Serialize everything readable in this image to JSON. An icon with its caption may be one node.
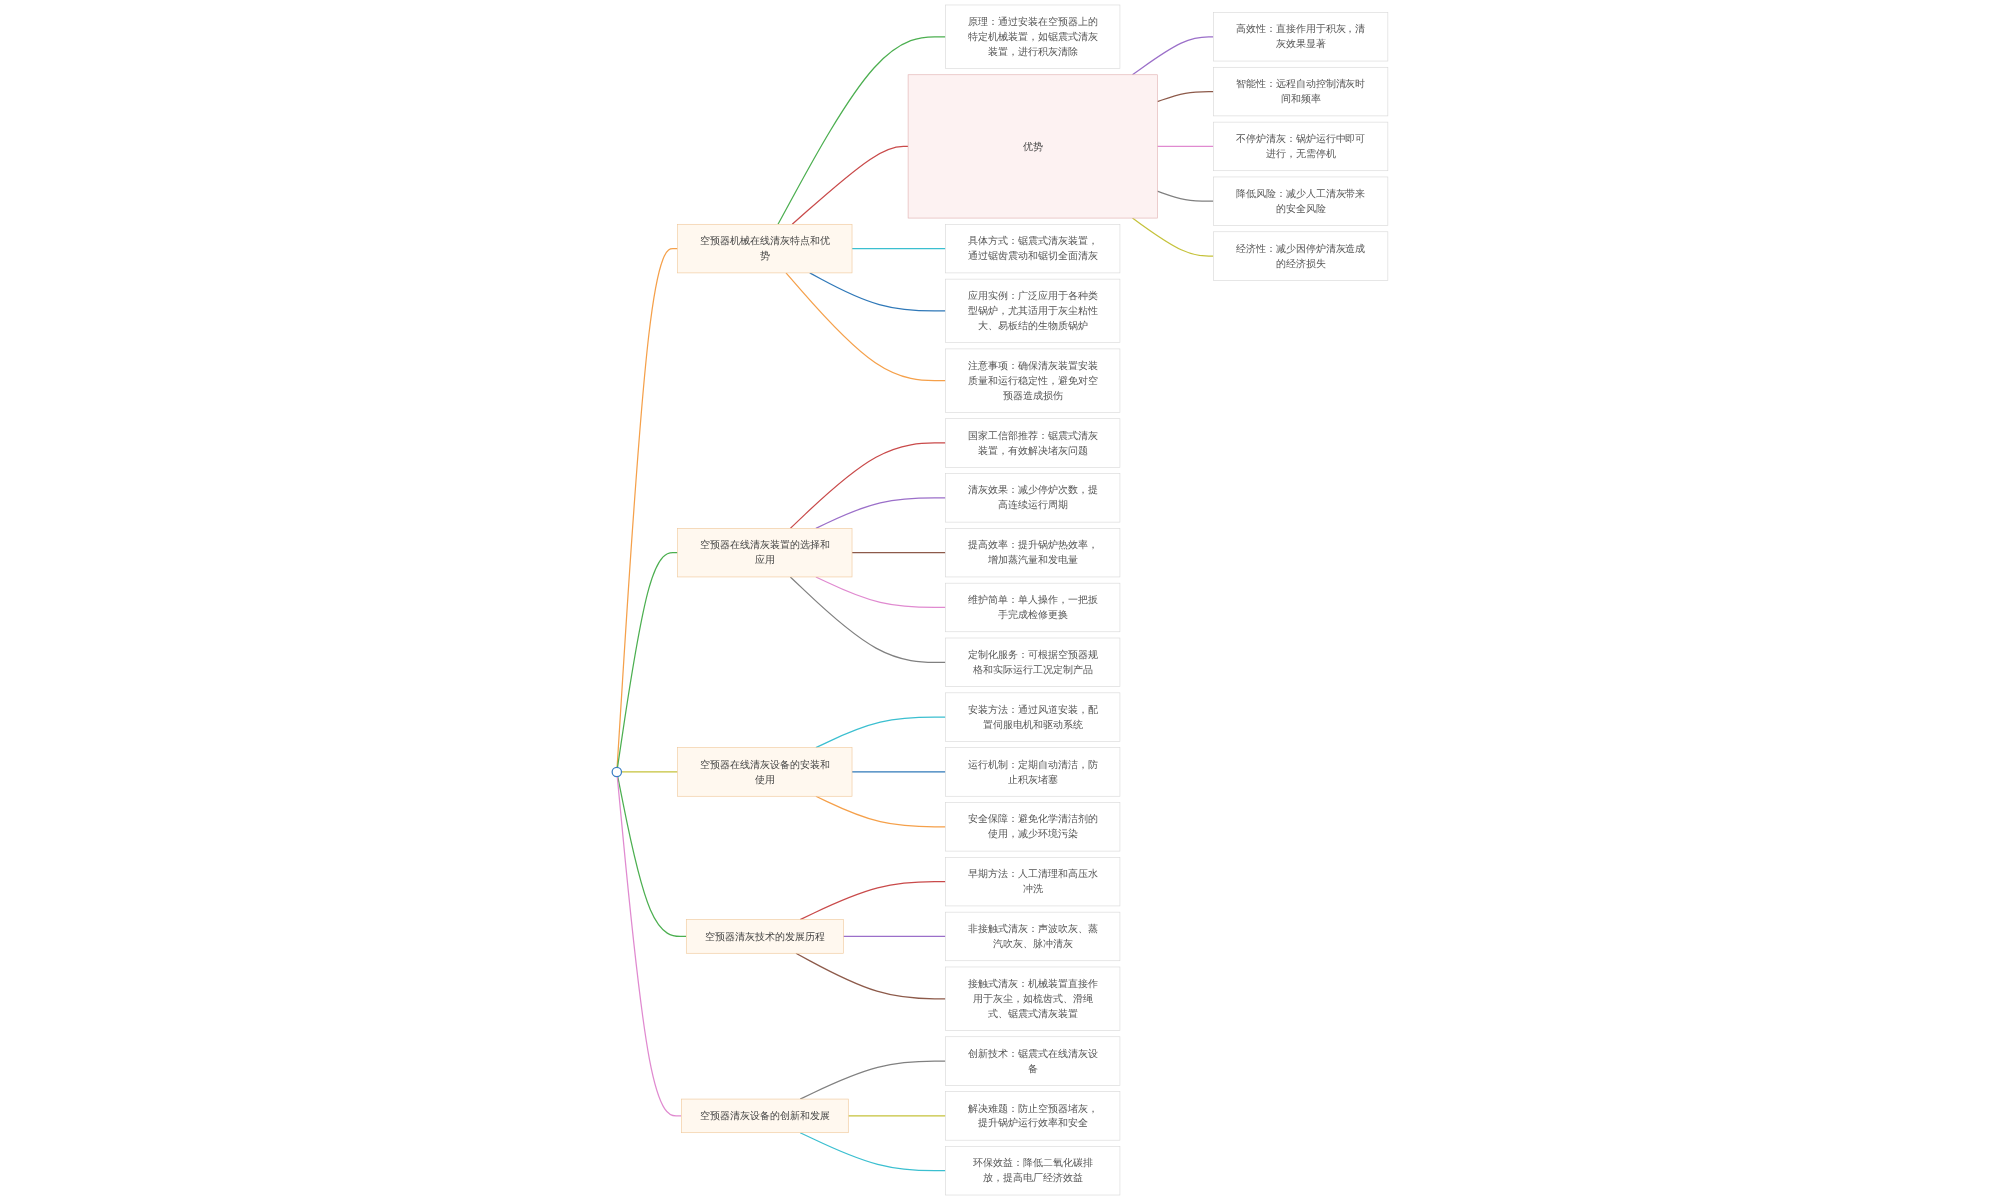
{
  "diagram": {
    "nodes": [
      {
        "text": [],
        "shape": "circle"
      },
      {
        "text": [
          "空预器机械在线清灰特点和优势"
        ]
      },
      {
        "text": [
          "原理：通过安装在空预器上的特定机械装置，如锯震式清灰装置，进行积灰清除"
        ]
      },
      {
        "text": [
          "优势"
        ]
      },
      {
        "text": [
          "高效性：直接作用于积灰，清灰效果显著"
        ]
      },
      {
        "text": [
          "智能性：远程自动控制清灰时间和频率"
        ]
      },
      {
        "text": [
          "不停炉清灰：锅炉运行中即可进行，无需停机"
        ]
      },
      {
        "text": [
          "降低风险：减少人工清灰带来的安全风险"
        ]
      },
      {
        "text": [
          "经济性：减少因停炉清灰造成的经济损失"
        ]
      },
      {
        "text": [
          "具体方式：锯震式清灰装置，通过锯齿震动和锯切全面清灰"
        ]
      },
      {
        "text": [
          "应用实例：广泛应用于各种类型锅炉，尤其适用于灰尘粘性大、易板结的生物质锅炉"
        ]
      },
      {
        "text": [
          "注意事项：确保清灰装置安装质量和运行稳定性，避免对空预器造成损伤"
        ]
      },
      {
        "text": [
          "空预器在线清灰装置的选择和应用"
        ]
      },
      {
        "text": [
          "国家工信部推荐：锯震式清灰装置，有效解决堵灰问题"
        ]
      },
      {
        "text": [
          "清灰效果：减少停炉次数，提高连续运行周期"
        ]
      },
      {
        "text": [
          "提高效率：提升锅炉热效率，增加蒸汽量和发电量"
        ]
      },
      {
        "text": [
          "维护简单：单人操作，一把扳手完成检修更换"
        ]
      },
      {
        "text": [
          "定制化服务：可根据空预器规格和实际运行工况定制产品"
        ]
      },
      {
        "text": [
          "空预器在线清灰设备的安装和使用"
        ]
      },
      {
        "text": [
          "安装方法：通过风道安装，配置伺服电机和驱动系统"
        ]
      },
      {
        "text": [
          "运行机制：定期自动清洁，防止积灰堵塞"
        ]
      },
      {
        "text": [
          "安全保障：避免化学清洁剂的使用，减少环境污染"
        ]
      },
      {
        "text": [
          "空预器清灰技术的发展历程"
        ]
      },
      {
        "text": [
          "早期方法：人工清理和高压水冲洗"
        ]
      },
      {
        "text": [
          "非接触式清灰：声波吹灰、蒸汽吹灰、脉冲清灰"
        ]
      },
      {
        "text": [
          "接触式清灰：机械装置直接作用于灰尘，如梳齿式、滑绳式、锯震式清灰装置"
        ]
      },
      {
        "text": [
          "空预器清灰设备的创新和发展"
        ]
      },
      {
        "text": [
          "创新技术：锯震式在线清灰设备"
        ]
      },
      {
        "text": [
          "解决难题：防止空预器堵灰，提升锅炉运行效率和安全"
        ]
      },
      {
        "text": [
          "环保效益：降低二氧化碳排放，提高电厂经济效益"
        ]
      }
    ],
    "edges": [
      {
        "from": 0,
        "to": 1,
        "arrow": "none",
        "color": "#f5a04a"
      },
      {
        "from": 1,
        "to": 2,
        "arrow": "none",
        "color": "#4caf50"
      },
      {
        "from": 1,
        "to": 3,
        "arrow": "none",
        "color": "#c94a4a"
      },
      {
        "from": 3,
        "to": 4,
        "arrow": "none",
        "color": "#9b6fc9"
      },
      {
        "from": 3,
        "to": 5,
        "arrow": "none",
        "color": "#8d5a4a"
      },
      {
        "from": 3,
        "to": 6,
        "arrow": "none",
        "color": "#e08ad0"
      },
      {
        "from": 3,
        "to": 7,
        "arrow": "none",
        "color": "#808080"
      },
      {
        "from": 3,
        "to": 8,
        "arrow": "none",
        "color": "#c5c23a"
      },
      {
        "from": 1,
        "to": 9,
        "arrow": "none",
        "color": "#3bbfd0"
      },
      {
        "from": 1,
        "to": 10,
        "arrow": "none",
        "color": "#2f78b8"
      },
      {
        "from": 1,
        "to": 11,
        "arrow": "none",
        "color": "#f5a04a"
      },
      {
        "from": 0,
        "to": 12,
        "arrow": "none",
        "color": "#4caf50"
      },
      {
        "from": 12,
        "to": 13,
        "arrow": "none",
        "color": "#c94a4a"
      },
      {
        "from": 12,
        "to": 14,
        "arrow": "none",
        "color": "#9b6fc9"
      },
      {
        "from": 12,
        "to": 15,
        "arrow": "none",
        "color": "#8d5a4a"
      },
      {
        "from": 12,
        "to": 16,
        "arrow": "none",
        "color": "#e08ad0"
      },
      {
        "from": 12,
        "to": 17,
        "arrow": "none",
        "color": "#808080"
      },
      {
        "from": 0,
        "to": 18,
        "arrow": "none",
        "color": "#c5c23a"
      },
      {
        "from": 18,
        "to": 19,
        "arrow": "none",
        "color": "#3bbfd0"
      },
      {
        "from": 18,
        "to": 20,
        "arrow": "none",
        "color": "#2f78b8"
      },
      {
        "from": 18,
        "to": 21,
        "arrow": "none",
        "color": "#f5a04a"
      },
      {
        "from": 0,
        "to": 22,
        "arrow": "none",
        "color": "#4caf50"
      },
      {
        "from": 22,
        "to": 23,
        "arrow": "none",
        "color": "#c94a4a"
      },
      {
        "from": 22,
        "to": 24,
        "arrow": "none",
        "color": "#9b6fc9"
      },
      {
        "from": 22,
        "to": 25,
        "arrow": "none",
        "color": "#8d5a4a"
      },
      {
        "from": 0,
        "to": 26,
        "arrow": "none",
        "color": "#e08ad0"
      },
      {
        "from": 26,
        "to": 27,
        "arrow": "none",
        "color": "#808080"
      },
      {
        "from": 26,
        "to": 28,
        "arrow": "none",
        "color": "#c5c23a"
      },
      {
        "from": 26,
        "to": 29,
        "arrow": "none",
        "color": "#3bbfd0"
      }
    ]
  }
}
